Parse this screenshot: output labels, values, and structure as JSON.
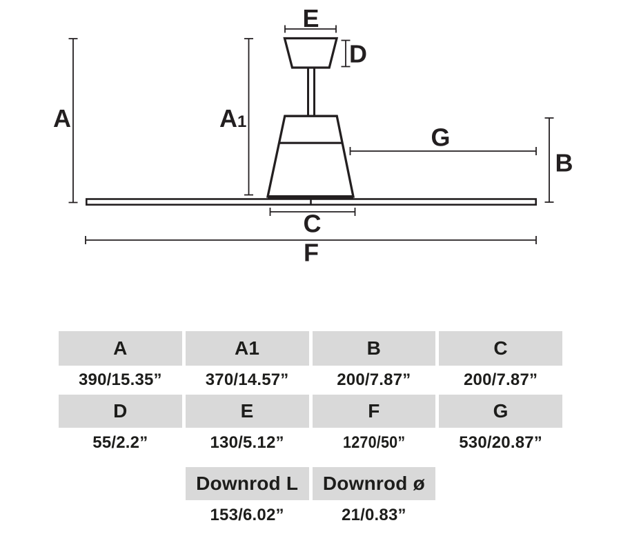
{
  "diagram": {
    "labels": {
      "a": "A",
      "a1_main": "A",
      "a1_sub": "1",
      "b": "B",
      "c": "C",
      "d": "D",
      "e": "E",
      "f": "F",
      "g": "G"
    }
  },
  "table": {
    "rows": [
      {
        "cells": [
          "A",
          "A1",
          "B",
          "C"
        ]
      },
      {
        "cells": [
          "390/15.35”",
          "370/14.57”",
          "200/7.87”",
          "200/7.87”"
        ]
      },
      {
        "cells": [
          "D",
          "E",
          "F",
          "G"
        ]
      },
      {
        "cells": [
          "55/2.2”",
          "130/5.12”",
          "1270/50”",
          "530/20.87”"
        ]
      },
      {
        "cells": [
          "Downrod L",
          "Downrod ø"
        ]
      },
      {
        "cells": [
          "153/6.02”",
          "21/0.83”"
        ]
      }
    ]
  },
  "colors": {
    "ink": "#231f20",
    "header_bg": "#d9d9d9",
    "page_bg": "#ffffff"
  }
}
